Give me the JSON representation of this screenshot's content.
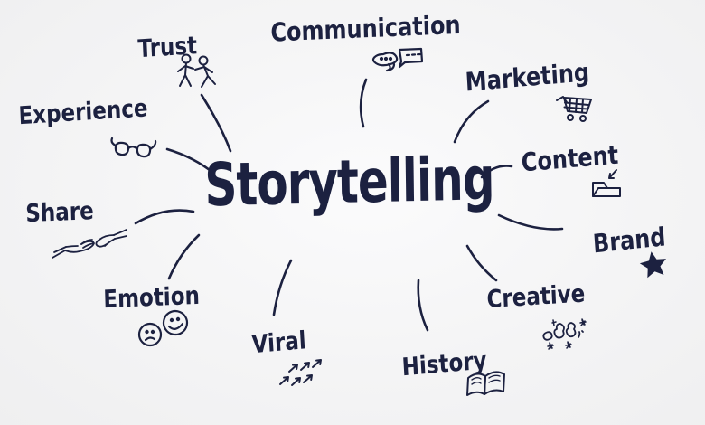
{
  "title": "Storytelling",
  "colors": {
    "ink": "#1c2140",
    "background": "#f2f2f3"
  },
  "diagram_type": "hand-drawn mind map",
  "nodes": [
    {
      "id": "trust",
      "label": "Trust",
      "icon": "stick-figures-icon"
    },
    {
      "id": "communication",
      "label": "Communication",
      "icon": "speech-bubbles-icon"
    },
    {
      "id": "marketing",
      "label": "Marketing",
      "icon": "shopping-cart-icon"
    },
    {
      "id": "experience",
      "label": "Experience",
      "icon": "eyeglasses-icon"
    },
    {
      "id": "content",
      "label": "Content",
      "icon": "folder-inbox-icon"
    },
    {
      "id": "share",
      "label": "Share",
      "icon": "sharing-hands-icon"
    },
    {
      "id": "brand",
      "label": "Brand",
      "icon": "star-icon"
    },
    {
      "id": "emotion",
      "label": "Emotion",
      "icon": "smiley-faces-icon"
    },
    {
      "id": "creative",
      "label": "Creative",
      "icon": "sparkle-doodle-icon"
    },
    {
      "id": "viral",
      "label": "Viral",
      "icon": "spreading-arrows-icon"
    },
    {
      "id": "history",
      "label": "History",
      "icon": "open-book-icon"
    }
  ]
}
